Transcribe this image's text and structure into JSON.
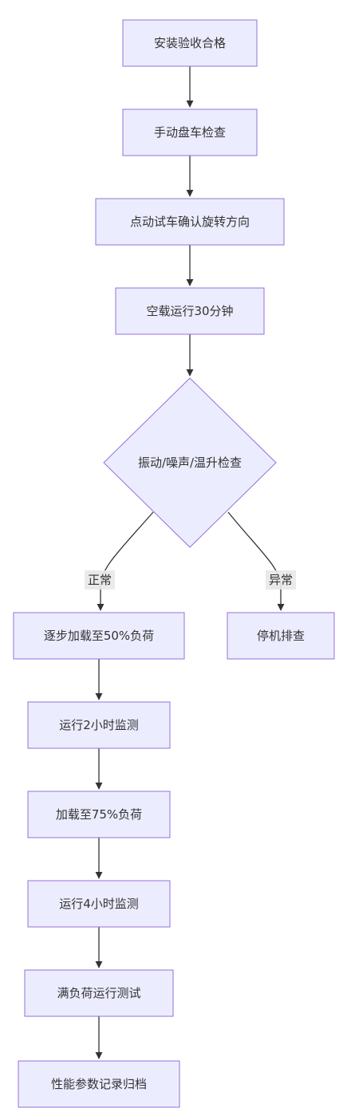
{
  "flowchart": {
    "nodes": {
      "n1": "安装验收合格",
      "n2": "手动盘车检查",
      "n3": "点动试车确认旋转方向",
      "n4": "空载运行30分钟",
      "decision": "振动/噪声/温升检查",
      "n5": "逐步加载至50%负荷",
      "n6": "停机排查",
      "n7": "运行2小时监测",
      "n8": "加载至75%负荷",
      "n9": "运行4小时监测",
      "n10": "满负荷运行测试",
      "n11": "性能参数记录归档"
    },
    "edge_labels": {
      "normal": "正常",
      "abnormal": "异常"
    }
  },
  "colors": {
    "node_fill": "#ececff",
    "node_stroke": "#9370db",
    "edge": "#333333",
    "label_bg": "#e8e8e8"
  }
}
